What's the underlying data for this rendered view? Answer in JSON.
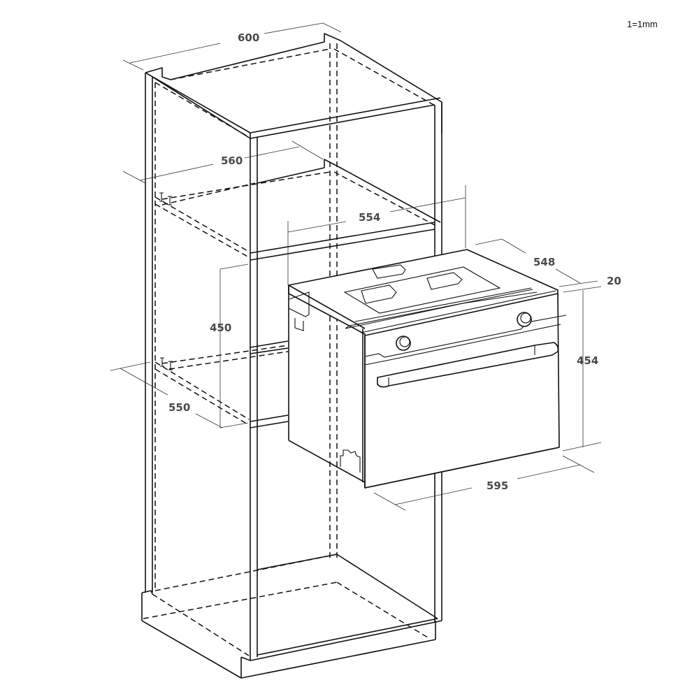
{
  "scale_note": "1=1mm",
  "dimensions": {
    "cabinet_width": "600",
    "inner_width": "560",
    "niche_width": "554",
    "oven_depth": "548",
    "door_thickness": "20",
    "niche_height": "450",
    "oven_height": "454",
    "niche_depth": "550",
    "oven_width": "595"
  },
  "colors": {
    "line": "#111111",
    "label": "#4a4a4a",
    "background": "#ffffff"
  }
}
